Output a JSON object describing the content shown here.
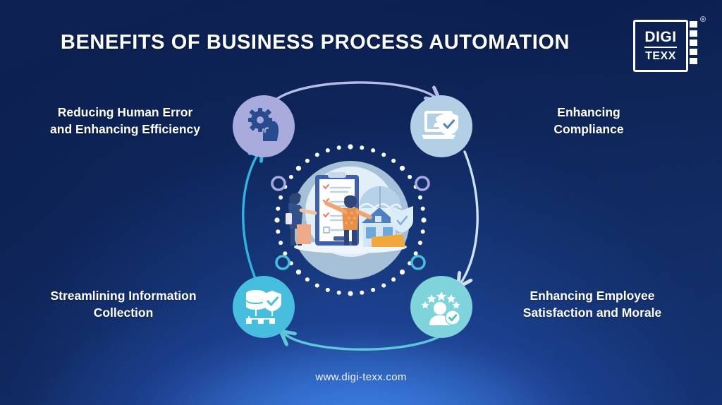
{
  "page": {
    "title": "BENEFITS OF BUSINESS PROCESS AUTOMATION",
    "footer_url": "www.digi-texx.com",
    "background_color": "#0d2252",
    "accent_glow_color": "#2f6fd8"
  },
  "logo": {
    "line1": "DIGI",
    "line2": "TEXX",
    "registered_mark": "®",
    "color": "#ffffff"
  },
  "benefits": [
    {
      "id": "reducing-human-error",
      "position": "top-left",
      "label": "Reducing Human Error and Enhancing Efficiency",
      "label_line1": "Reducing Human Error",
      "label_line2": "and Enhancing Efficiency",
      "icon": "gear-head-icon",
      "circle_color": "#a9abdd",
      "icon_color": "#274b8e"
    },
    {
      "id": "enhancing-compliance",
      "position": "top-right",
      "label": "Enhancing Compliance",
      "label_line1": "Enhancing",
      "label_line2": "Compliance",
      "icon": "laptop-shield-icon",
      "circle_color": "#b2cfe6",
      "icon_color": "#ffffff"
    },
    {
      "id": "streamlining-information-collection",
      "position": "bottom-left",
      "label": "Streamlining Information Collection",
      "label_line1": "Streamlining Information",
      "label_line2": "Collection",
      "icon": "database-shield-icon",
      "circle_color": "#48bede",
      "icon_color": "#ffffff"
    },
    {
      "id": "enhancing-employee-satisfaction",
      "position": "bottom-right",
      "label": "Enhancing Employee Satisfaction and Morale",
      "label_line1": "Enhancing Employee",
      "label_line2": "Satisfaction and Morale",
      "icon": "person-stars-check-icon",
      "circle_color": "#7fd4dc",
      "icon_color": "#ffffff"
    }
  ],
  "arrows": [
    {
      "id": "arrow-top",
      "from": "top-left",
      "to": "top-right",
      "color": "#b6bce4",
      "direction": "right"
    },
    {
      "id": "arrow-right",
      "from": "top-right",
      "to": "bottom-right",
      "color": "#cfe0ef",
      "direction": "down"
    },
    {
      "id": "arrow-bottom",
      "from": "bottom-right",
      "to": "bottom-left",
      "color": "#5fc8d8",
      "direction": "left"
    },
    {
      "id": "arrow-left",
      "from": "bottom-left",
      "to": "top-left",
      "color": "#2fb4e0",
      "direction": "up"
    }
  ],
  "center": {
    "illustration": "business-process-illustration",
    "description": "Two people reviewing a checklist clipboard beside a house with umbrella and shield",
    "ring_style": "dotted",
    "ring_dot_color": "#ffffff",
    "ring_accent_colors": [
      "#a9abdd",
      "#48bede",
      "#7fd4dc"
    ],
    "outer_circle_color": "#a6c0d8",
    "inner_circle_color": "#dcebf6"
  }
}
